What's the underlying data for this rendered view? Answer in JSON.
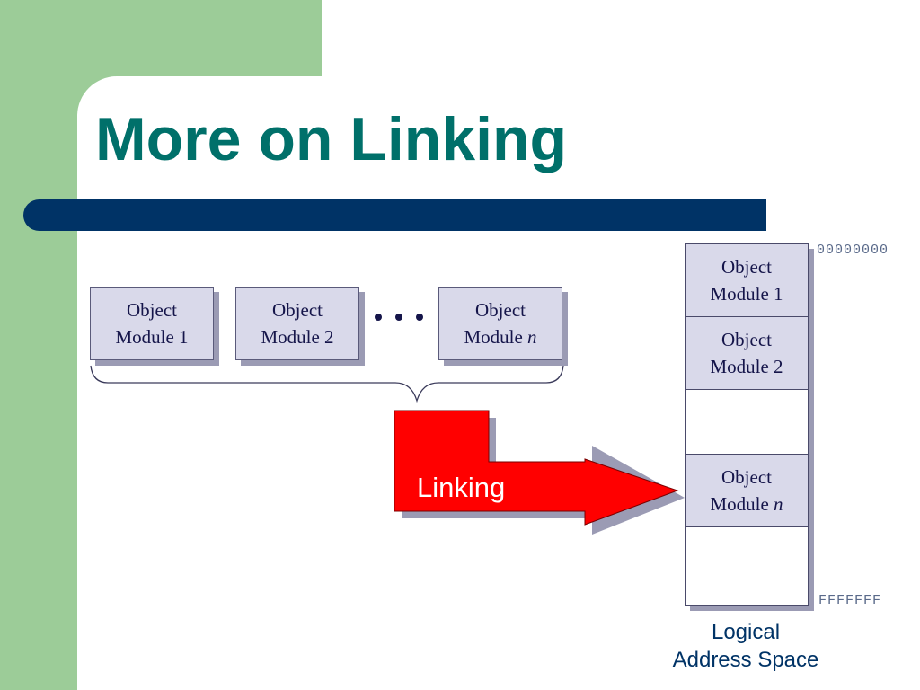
{
  "title": "More on Linking",
  "input_modules": [
    {
      "line1": "Object",
      "line2": "Module",
      "suffix": " 1"
    },
    {
      "line1": "Object",
      "line2": "Module",
      "suffix": " 2"
    },
    {
      "line1": "Object",
      "line2": "Module",
      "suffix": " ",
      "italic": "n"
    }
  ],
  "memory_modules": [
    {
      "line1": "Object",
      "line2": "Module",
      "suffix": " 1"
    },
    {
      "line1": "Object",
      "line2": "Module",
      "suffix": " 2"
    },
    {
      "line1": "Object",
      "line2": "Module",
      "suffix": " ",
      "italic": "n"
    }
  ],
  "arrow_label": "Linking",
  "address_start": "00000000",
  "address_end": "FFFFFFF",
  "memory_label": {
    "line1": "Logical",
    "line2": "Address Space"
  },
  "colors": {
    "title": "#00706a",
    "bar": "#003366",
    "accent_green": "#9ccc98",
    "arrow": "#ff0000",
    "module_fill": "#d9d9ea"
  }
}
